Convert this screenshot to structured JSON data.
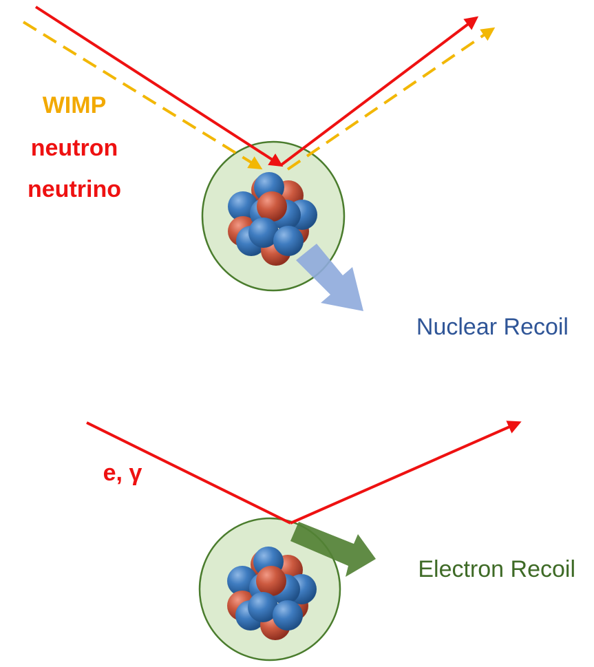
{
  "labels": {
    "particle_wimp": "WIMP",
    "particle_neutron": "neutron",
    "particle_neutrino": "neutrino",
    "nuclear_recoil": "Nuclear Recoil",
    "electron_particles": "e, γ",
    "electron_recoil": "Electron Recoil"
  },
  "colors": {
    "incoming_track": "#ee1111",
    "wimp_track": "#f2b705",
    "wimp_label": "#f2a900",
    "neutron_neutrino_label": "#ee1111",
    "electron_label": "#ee1111",
    "nucleus_cloud_fill": "#dcebcf",
    "nucleus_cloud_stroke": "#4a7c2d",
    "proton": "#c8553d",
    "neutron_ball": "#3d77b8",
    "nuclear_recoil_arrow": "#8eaadb",
    "nuclear_recoil_text": "#2f5597",
    "electron_recoil_arrow": "#538135",
    "electron_recoil_text": "#3e6a26"
  },
  "icons": {
    "nucleus": "atomic-nucleus-icon"
  }
}
